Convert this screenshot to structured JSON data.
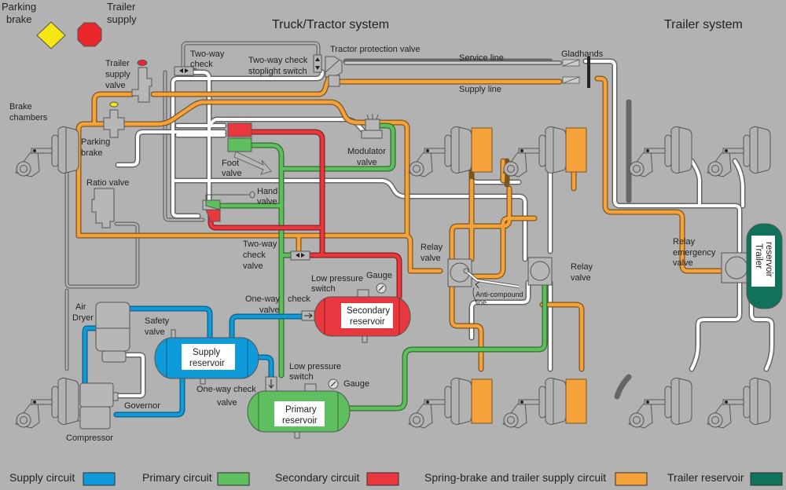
{
  "titles": {
    "truck": "Truck/Tractor system",
    "trailer": "Trailer system"
  },
  "signs": {
    "parking_brake": {
      "line1": "Parking",
      "line2": "brake",
      "shape": "diamond",
      "color": "#f5e614"
    },
    "trailer_supply": {
      "line1": "Trailer",
      "line2": "supply",
      "shape": "octagon",
      "color": "#e8262b"
    }
  },
  "colors": {
    "background": "#b3b2b2",
    "supply": "#0f9ad9",
    "primary": "#5fbf5f",
    "secondary": "#e8383d",
    "spring": "#f6a23a",
    "trailer_reservoir": "#10725a",
    "service": "#ffffff",
    "outline": "#555555"
  },
  "labels": {
    "trailer_supply_valve": [
      "Trailer",
      "supply",
      "valve"
    ],
    "two_way_check_top": [
      "Two-way",
      "check"
    ],
    "two_way_check_stoplight": [
      "Two-way check",
      "stoplight switch"
    ],
    "tractor_protection_valve": "Tractor protection valve",
    "service_line": "Service line",
    "supply_line": "Supply line",
    "gladhands": "Gladhands",
    "brake_chambers": [
      "Brake",
      "chambers"
    ],
    "parking_brake_valve": [
      "Parking",
      "brake"
    ],
    "foot_valve": [
      "Foot",
      "valve"
    ],
    "modulator_valve": [
      "Modulator",
      "valve"
    ],
    "ratio_valve": "Ratio valve",
    "hand_valve": [
      "Hand",
      "valve"
    ],
    "two_way_check_valve": [
      "Two-way",
      "check",
      "valve"
    ],
    "relay_valve_left": [
      "Relay",
      "valve"
    ],
    "relay_valve_right": [
      "Relay",
      "valve"
    ],
    "anti_compound": [
      "Anti-compound",
      "line"
    ],
    "low_pressure_switch_secondary": [
      "Low pressure",
      "switch"
    ],
    "gauge_secondary": "Gauge",
    "one_way_check_secondary": [
      "One-way",
      "valve",
      "check"
    ],
    "secondary_reservoir": [
      "Secondary",
      "reservoir"
    ],
    "air_dryer": [
      "Air",
      "Dryer"
    ],
    "safety_valve": [
      "Safety",
      "valve"
    ],
    "supply_reservoir": [
      "Supply",
      "reservoir"
    ],
    "one_way_check_supply": [
      "One-way check",
      "valve"
    ],
    "governor": "Governor",
    "compressor": "Compressor",
    "low_pressure_switch_primary": [
      "Low pressure",
      "switch"
    ],
    "gauge_primary": "Gauge",
    "primary_reservoir": [
      "Primary",
      "reservoir"
    ],
    "relay_emergency_valve": [
      "Relay",
      "emergency",
      "valve"
    ],
    "trailer_reservoir": [
      "Trailer",
      "reservoir"
    ]
  },
  "legend": [
    {
      "label": "Supply circuit",
      "color": "#0f9ad9"
    },
    {
      "label": "Primary circuit",
      "color": "#5fbf5f"
    },
    {
      "label": "Secondary circuit",
      "color": "#e8383d"
    },
    {
      "label": "Spring-brake and trailer supply circuit",
      "color": "#f6a23a"
    },
    {
      "label": "Trailer reservoir",
      "color": "#10725a"
    }
  ]
}
